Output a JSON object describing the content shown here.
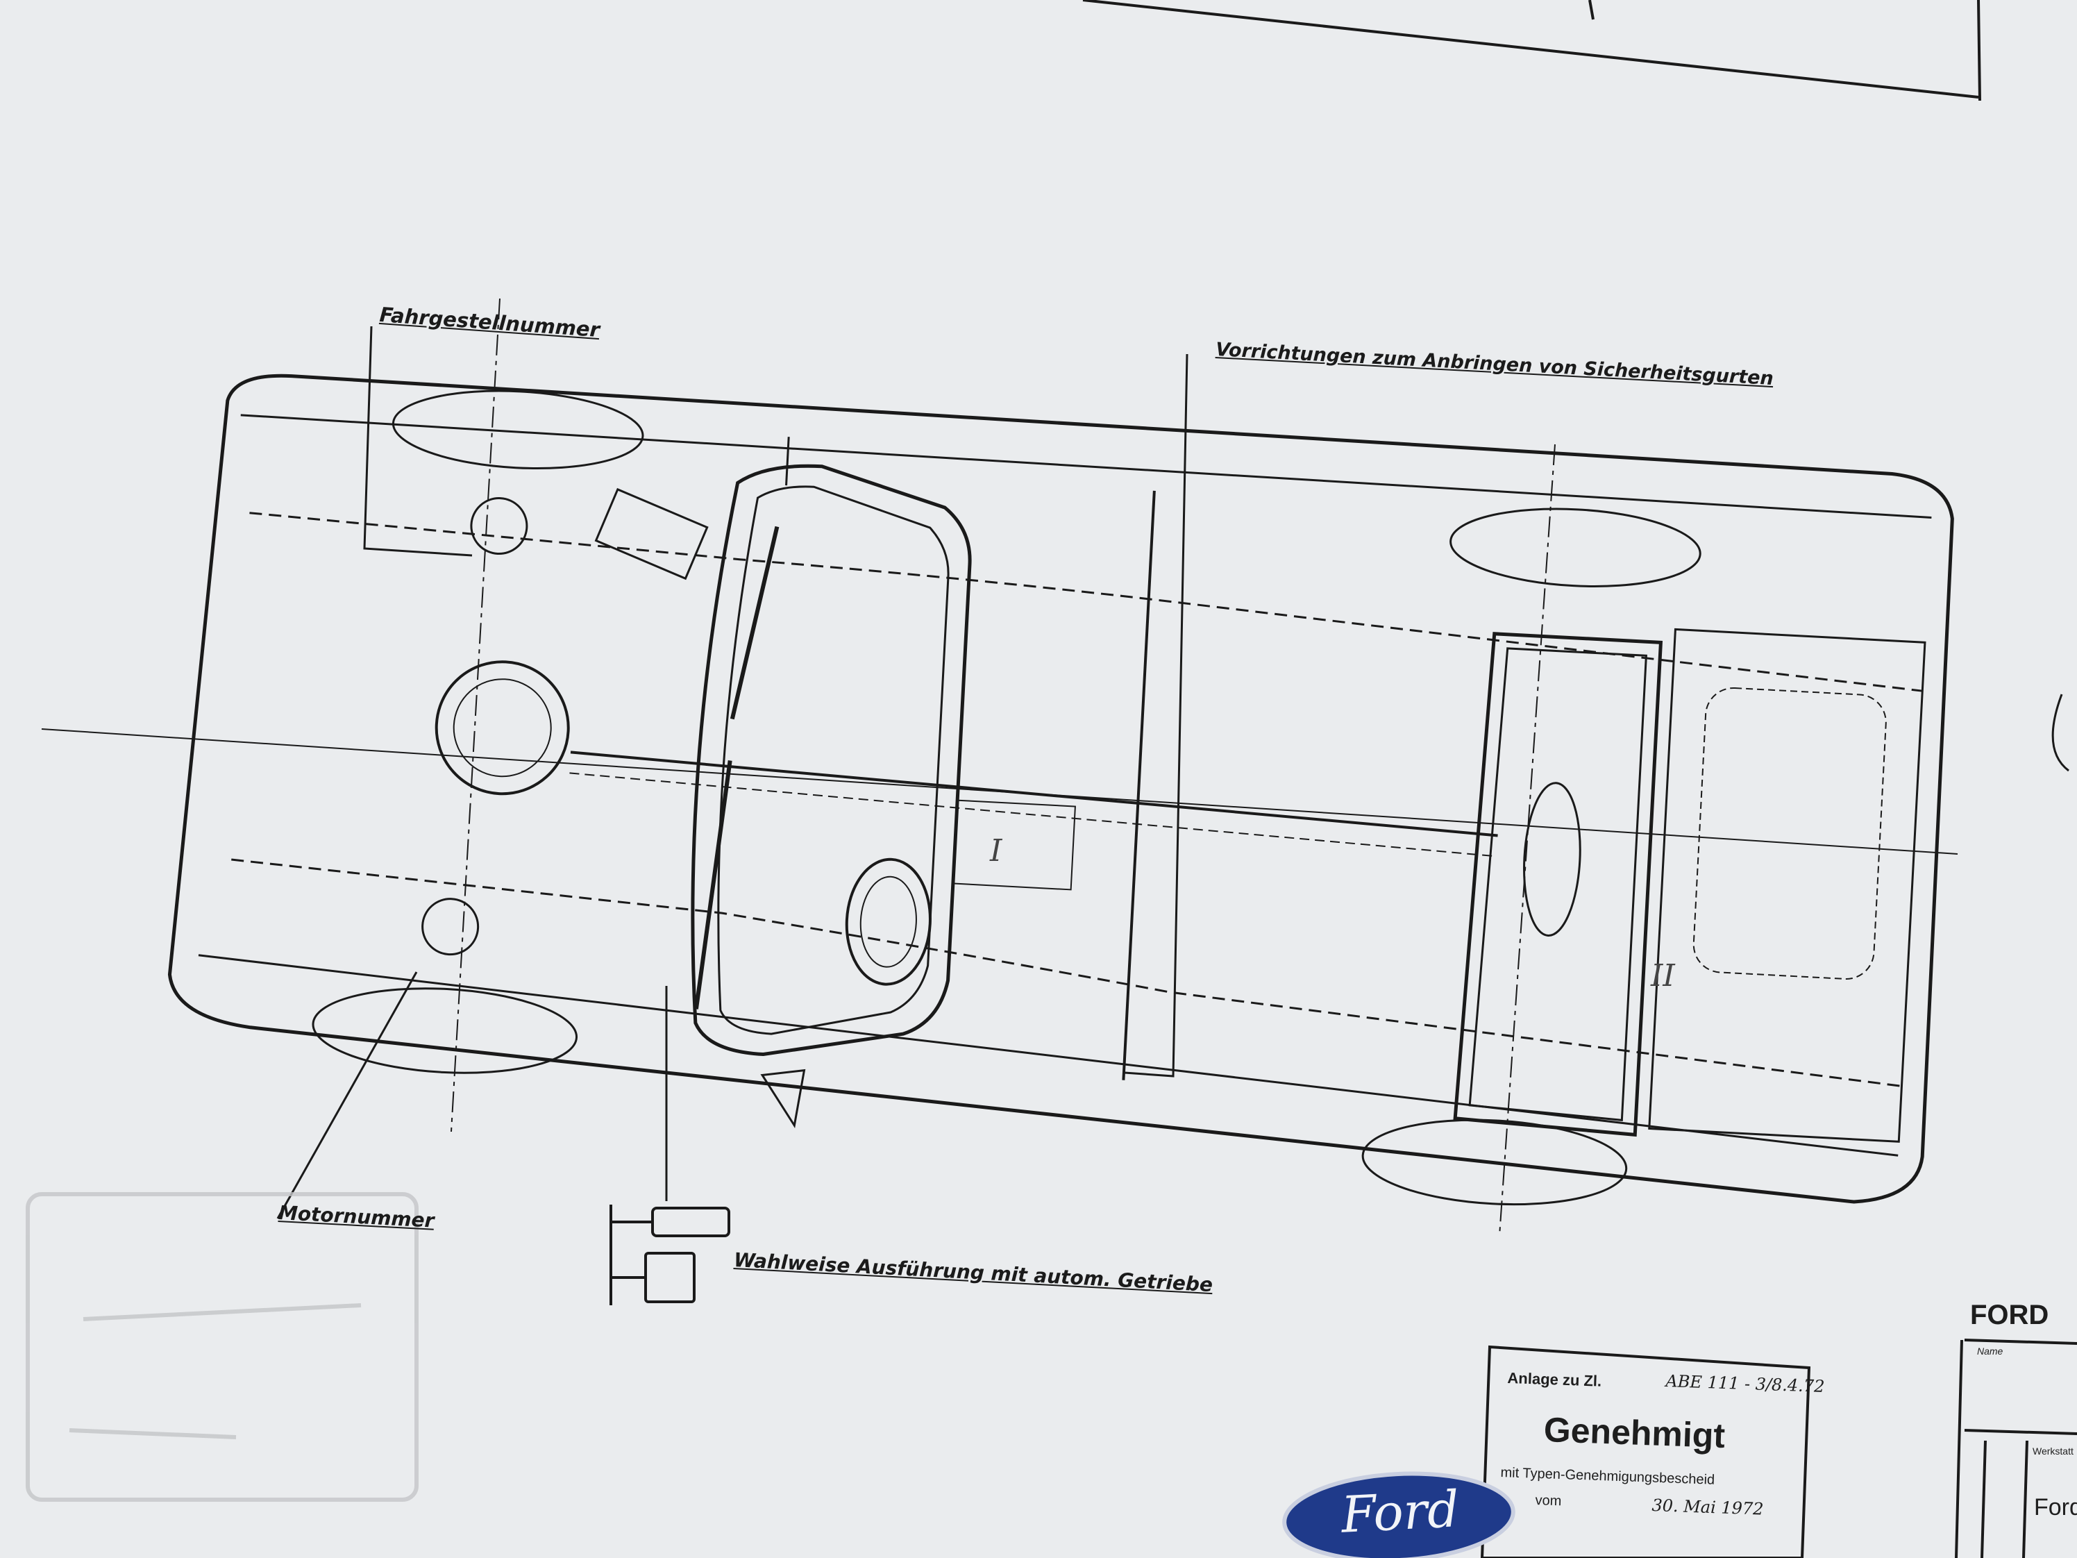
{
  "photo": {
    "paper_color": "#eceef0",
    "ink_color": "#1a1a1a",
    "brand_color": "#1f3a8a"
  },
  "drawing": {
    "labels": {
      "chassis_number": "Fahrgestellnummer",
      "seatbelt_mounts": "Vorrichtungen zum Anbringen von Sicherheitsgurten",
      "engine_number": "Motornummer",
      "automatic_option": "Wahlweise Ausführung mit autom. Getriebe",
      "mark_one": "I",
      "mark_two": "II"
    }
  },
  "approval_stamp": {
    "annex_label": "Anlage zu Zl.",
    "annex_value": "ABE 111 - 3/8.4.72",
    "title": "Genehmigt",
    "line": "mit Typen-Genehmigungsbescheid",
    "date_label": "vom",
    "date_value": "30. Mai 1972"
  },
  "logo": {
    "text": "Ford"
  },
  "title_block": {
    "header": "FORD",
    "field_one": "Name",
    "field_two": "Werkstatt",
    "brand_cell": "Ford"
  }
}
